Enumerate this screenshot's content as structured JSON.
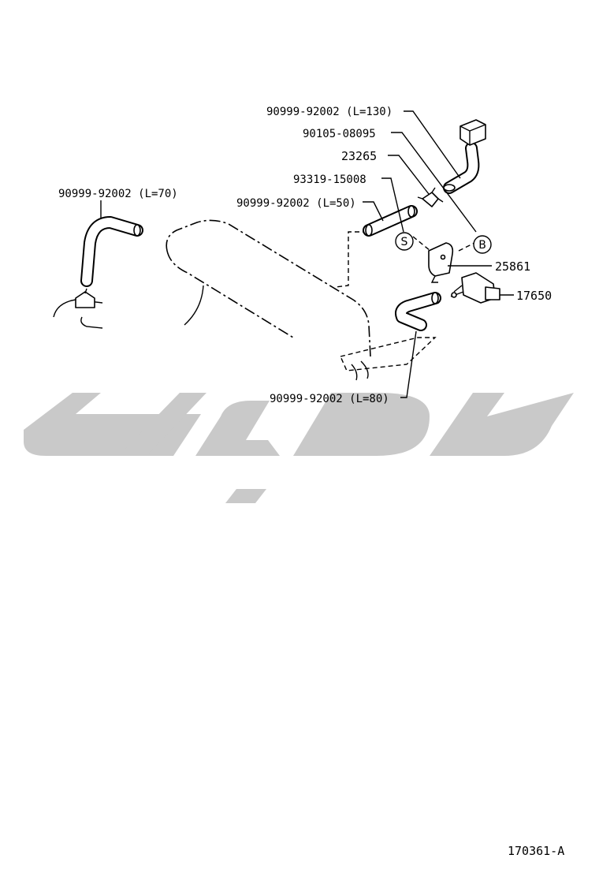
{
  "watermark_color": "#c9c9c9",
  "labels": {
    "hose_l130": "90999-92002 (L=130)",
    "part_90105": "90105-08095",
    "part_23265": "23265",
    "part_93319": "93319-15008",
    "hose_l50": "90999-92002 (L=50)",
    "hose_l70": "90999-92002 (L=70)",
    "part_25861": "25861",
    "part_17650": "17650",
    "hose_l80": "90999-92002 (L=80)"
  },
  "callouts": {
    "s": "S",
    "b": "B"
  },
  "figure_id": "170361-A"
}
